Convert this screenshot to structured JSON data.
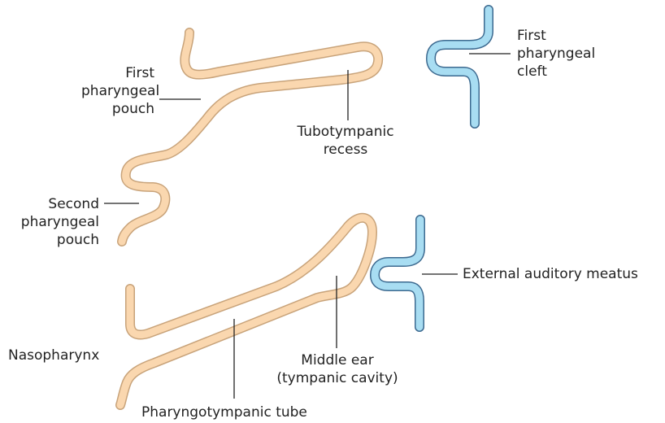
{
  "colors": {
    "pharyngeal_tube_fill": "#FAD7AF",
    "pharyngeal_tube_outline": "#C8A37A",
    "ectoderm_fill": "#A8DDF2",
    "ectoderm_outline": "#3D6A90",
    "leader_line": "#222222"
  },
  "labels": {
    "first_pouch": [
      "First",
      "pharyngeal",
      "pouch"
    ],
    "first_cleft": [
      "First",
      "pharyngeal",
      "cleft"
    ],
    "tubotympanic": [
      "Tubotympanic",
      "recess"
    ],
    "second_pouch": [
      "Second",
      "pharyngeal",
      "pouch"
    ],
    "external_meatus": "External auditory meatus",
    "nasopharynx": "Nasopharynx",
    "middle_ear": [
      "Middle ear",
      "(tympanic cavity)"
    ],
    "pharyngotympanic_tube": "Pharyngotympanic tube"
  }
}
